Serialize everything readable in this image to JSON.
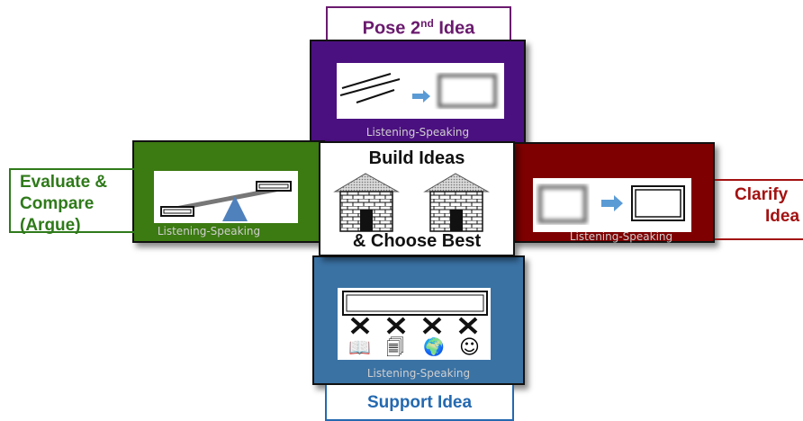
{
  "top": {
    "title_main": "Pose 2",
    "title_sup": "nd",
    "title_end": " Idea",
    "footer": "Listening-Speaking",
    "color": "#4b1080",
    "label_color": "#6a1a6e"
  },
  "left": {
    "label_lines": [
      "Evaluate &",
      "Compare",
      "(Argue)"
    ],
    "footer": "Listening-Speaking",
    "color": "#3c7a12",
    "label_color": "#2f7a1a"
  },
  "right": {
    "label_lines": [
      "Clarify",
      "Idea"
    ],
    "footer": "Listening-Speaking",
    "color": "#7e0000",
    "label_color": "#a31111"
  },
  "bottom": {
    "title": "Support Idea",
    "footer": "Listening-Speaking",
    "color": "#3a72a4",
    "label_color": "#2469b0"
  },
  "center": {
    "title": "Build Ideas",
    "subtitle": "& Choose Best"
  }
}
